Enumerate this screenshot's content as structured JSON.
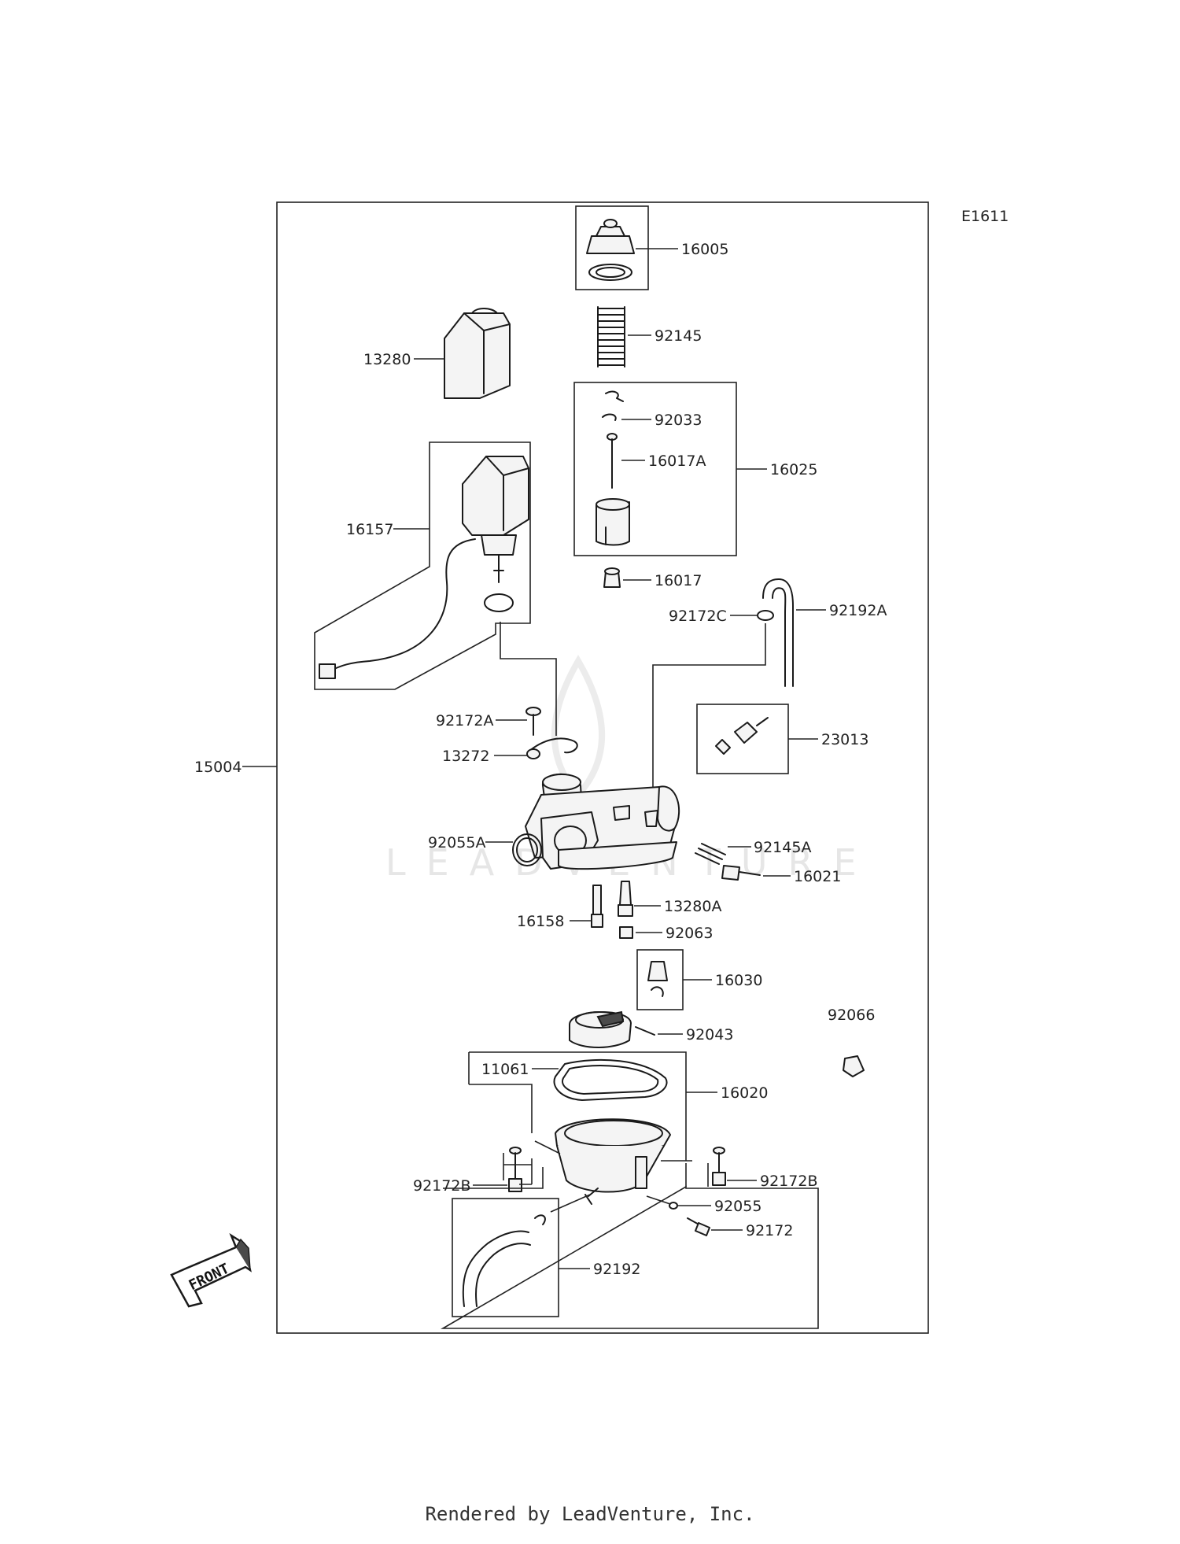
{
  "diagram": {
    "code": "E1611",
    "watermark": "LEADVENTURE",
    "front_arrow": "FRONT",
    "callouts": {
      "c16005": "16005",
      "c92145": "92145",
      "c13280": "13280",
      "c92033": "92033",
      "c16017A": "16017A",
      "c16025": "16025",
      "c16157": "16157",
      "c16017": "16017",
      "c92172C": "92172C",
      "c92192A": "92192A",
      "c92172A": "92172A",
      "c13272": "13272",
      "c23013": "23013",
      "c15004": "15004",
      "c92055A": "92055A",
      "c92145A": "92145A",
      "c16021": "16021",
      "c13280A": "13280A",
      "c16158": "16158",
      "c92063": "92063",
      "c16030": "16030",
      "c92066": "92066",
      "c92043": "92043",
      "c11061": "11061",
      "c16020": "16020",
      "c92172B_left": "92172B",
      "c92172B_right": "92172B",
      "c92055": "92055",
      "c92172": "92172",
      "c92192": "92192"
    }
  },
  "footer": {
    "text": "Rendered by LeadVenture, Inc."
  }
}
